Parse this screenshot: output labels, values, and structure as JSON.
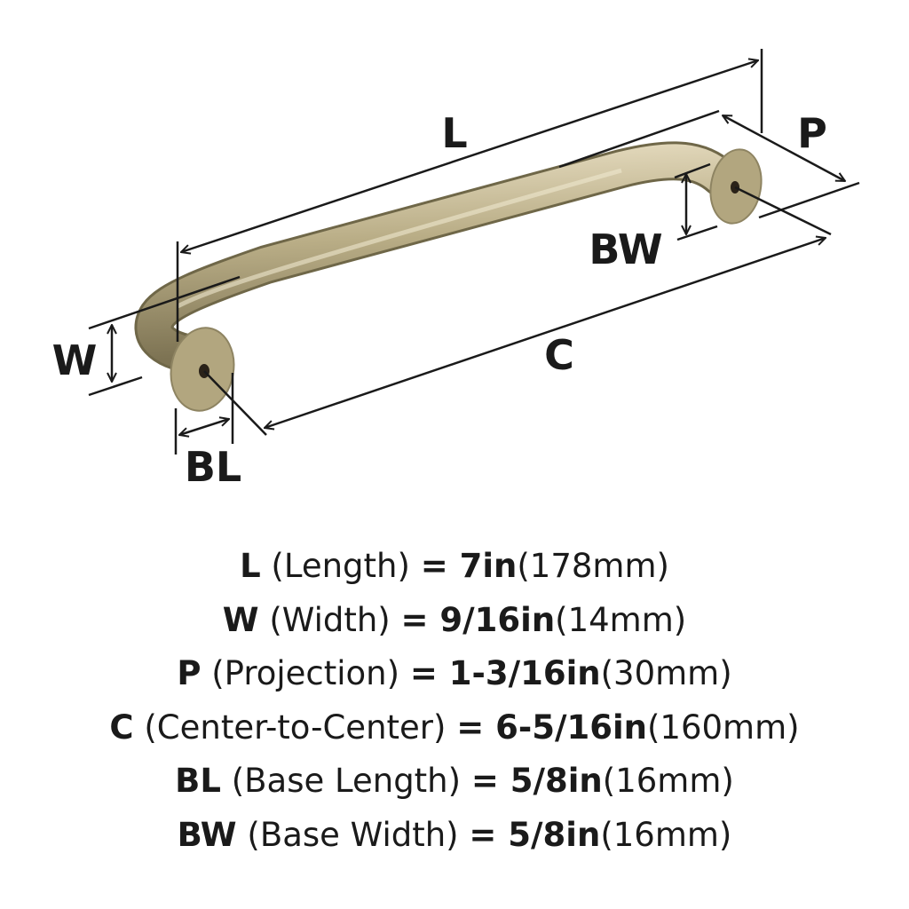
{
  "labels": {
    "L": "L",
    "P": "P",
    "BW": "BW",
    "C": "C",
    "W": "W",
    "BL": "BL"
  },
  "colors": {
    "finish": "#b8ac84",
    "ink": "#1a1a1a"
  },
  "specs": [
    {
      "abbr": "L",
      "name": "(Length)",
      "imperial": "= 7in",
      "metric": "(178mm)"
    },
    {
      "abbr": "W",
      "name": "(Width)",
      "imperial": "= 9/16in",
      "metric": "(14mm)"
    },
    {
      "abbr": "P",
      "name": "(Projection)",
      "imperial": "= 1-3/16in",
      "metric": "(30mm)"
    },
    {
      "abbr": "C",
      "name": "(Center-to-Center)",
      "imperial": "= 6-5/16in",
      "metric": "(160mm)"
    },
    {
      "abbr": "BL",
      "name": "(Base Length)",
      "imperial": "= 5/8in",
      "metric": "(16mm)"
    },
    {
      "abbr": "BW",
      "name": "(Base Width)",
      "imperial": "= 5/8in",
      "metric": "(16mm)"
    }
  ]
}
